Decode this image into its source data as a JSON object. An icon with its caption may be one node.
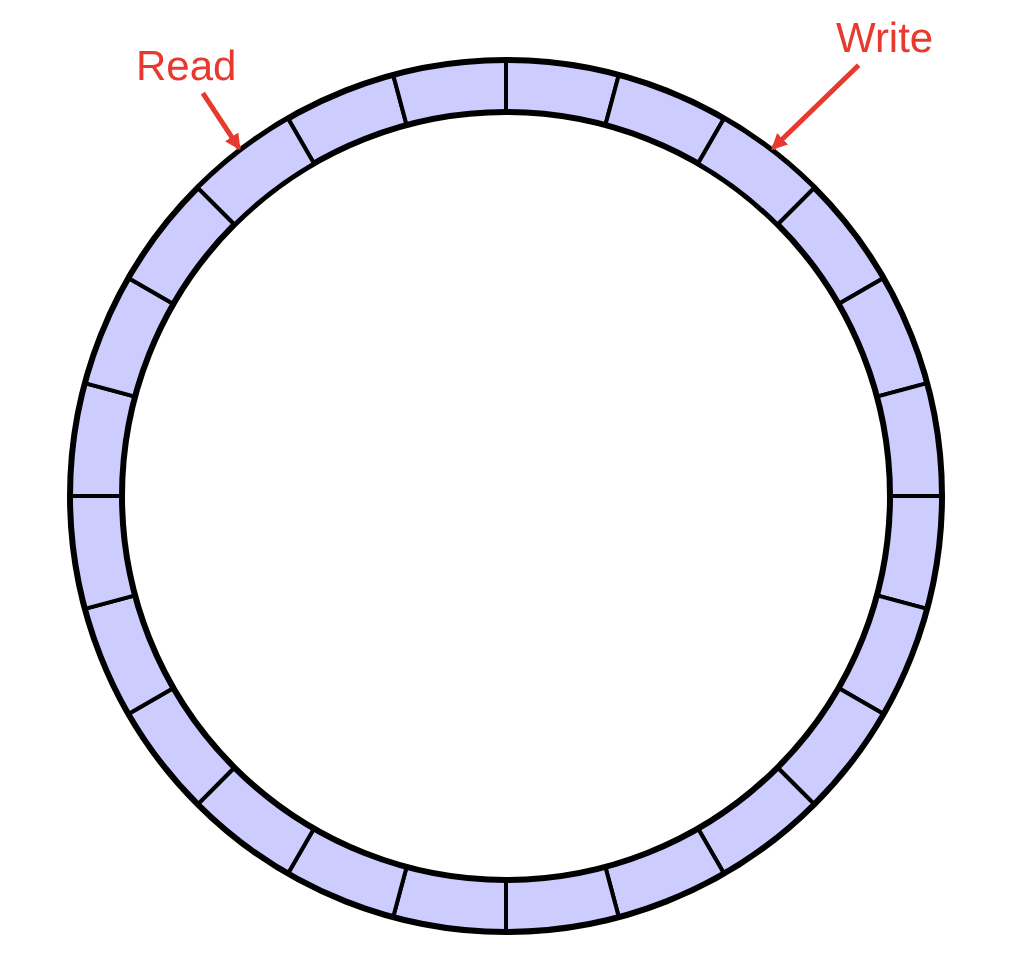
{
  "diagram": {
    "nodes": [
      {
        "text": [
          "Read"
        ]
      },
      {
        "text": [
          "Write"
        ]
      },
      {
        "text": [],
        "shape": "box"
      },
      {
        "text": [],
        "shape": "box"
      }
    ],
    "edges": [
      {
        "from": 0,
        "to": 2,
        "arrow": "to"
      },
      {
        "from": 1,
        "to": 3,
        "arrow": "to"
      }
    ]
  }
}
